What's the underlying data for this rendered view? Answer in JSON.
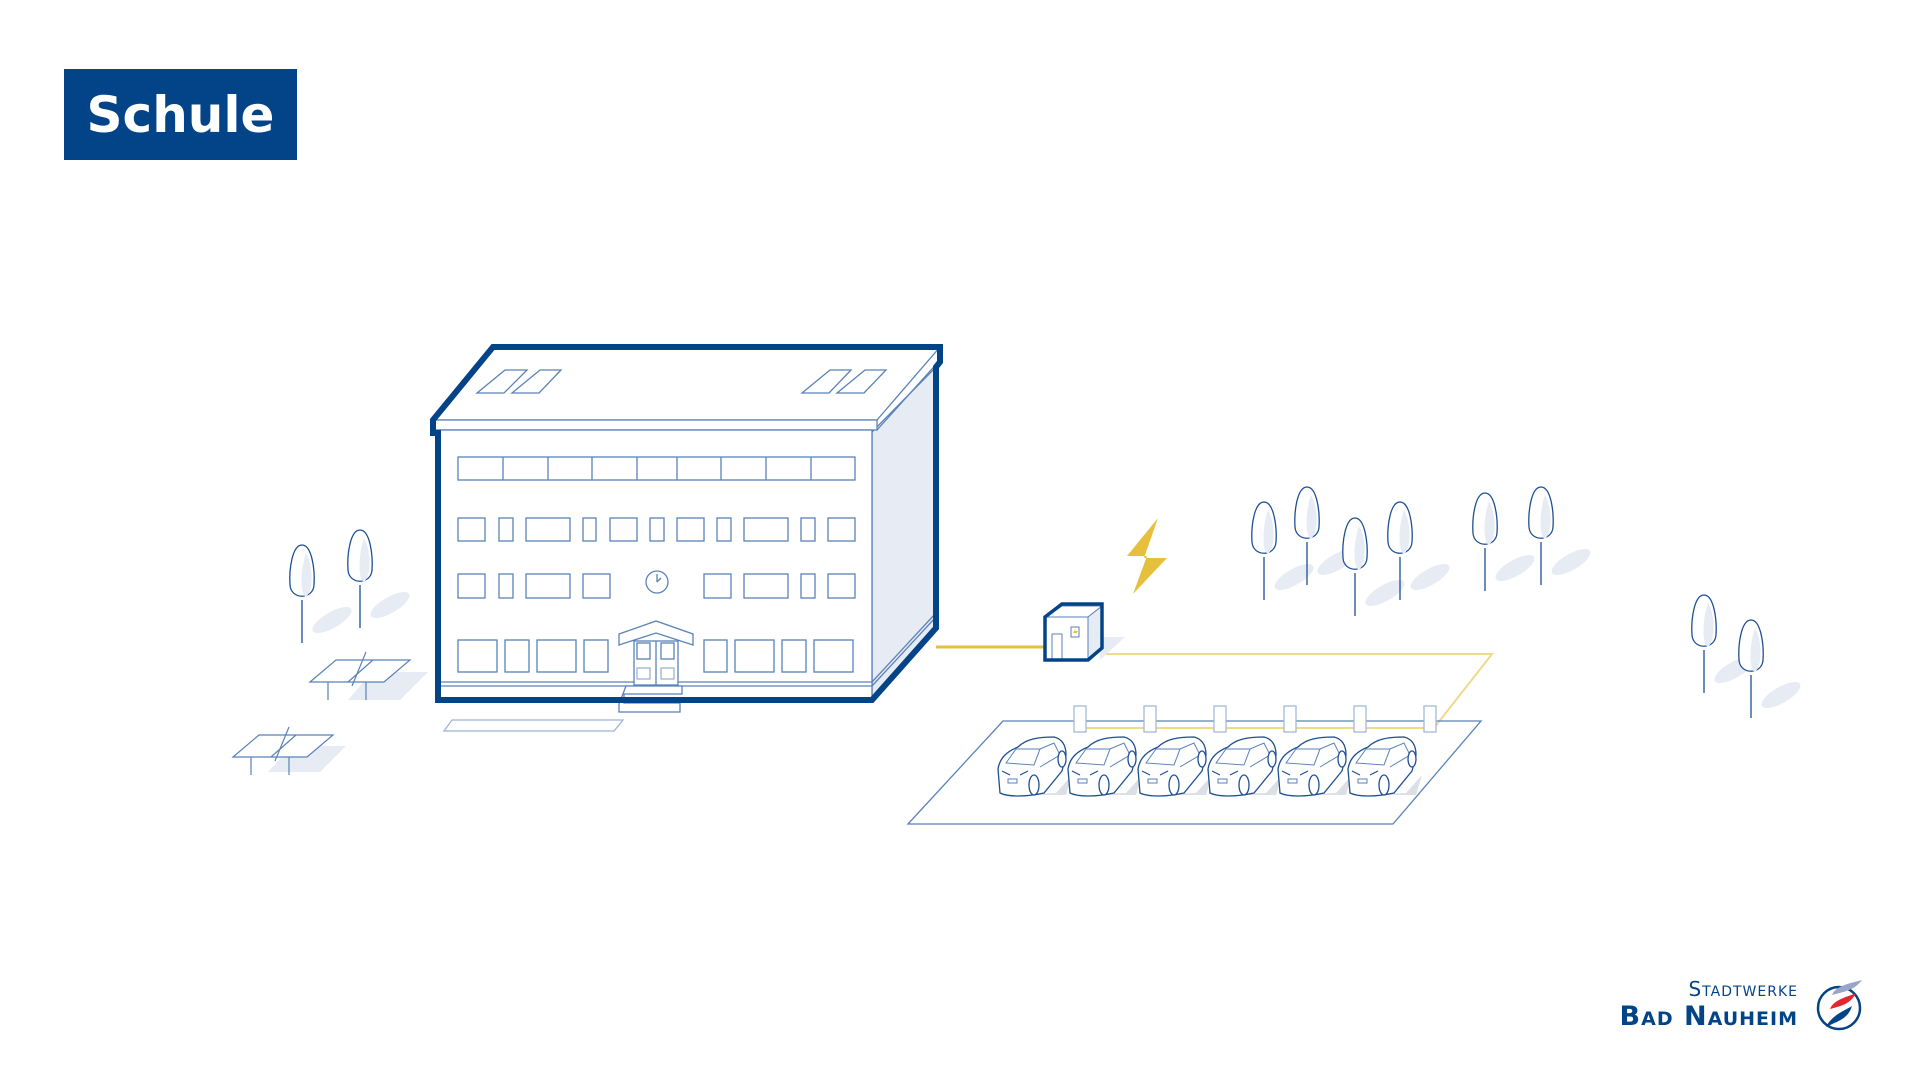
{
  "title": "Schule",
  "logo": {
    "line1": "Stadtwerke",
    "line2": "Bad Nauheim"
  },
  "colors": {
    "brand": "#034488",
    "line": "#5a82b8",
    "fill": "#e7ebf4",
    "energy": "#e6c03c",
    "logo_red": "#e3262f",
    "logo_grey": "#9aa6c8"
  },
  "scene": {
    "charging_stations": 6,
    "cars": 6
  }
}
